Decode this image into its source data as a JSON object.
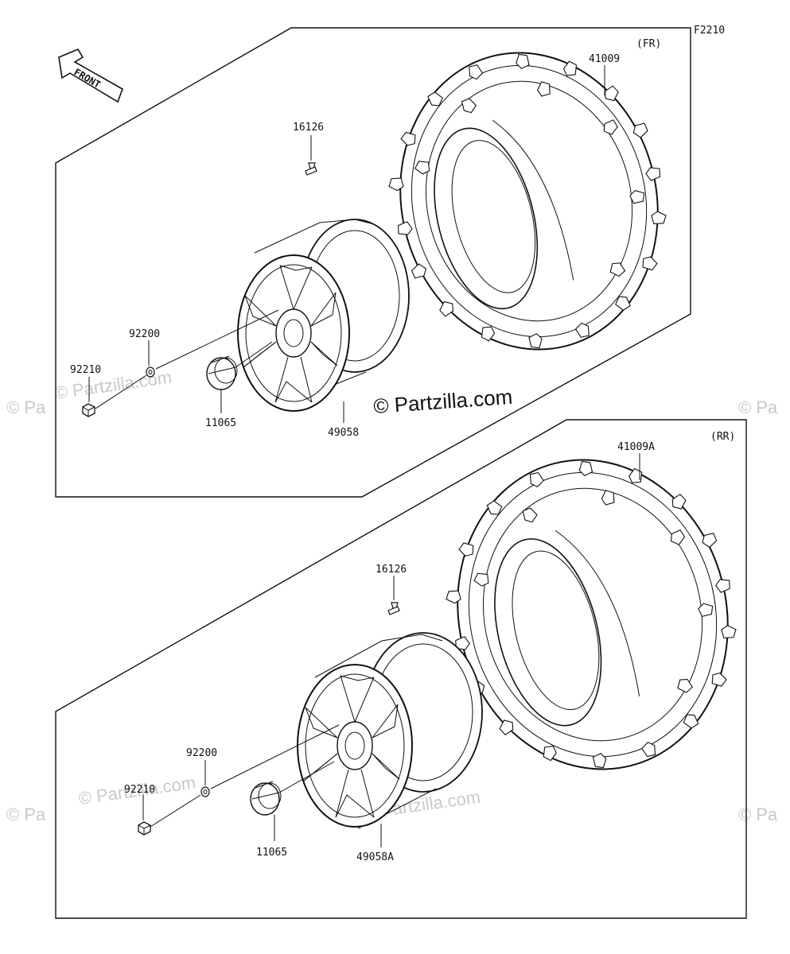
{
  "figure_id": "F2210",
  "front_label": "FRONT",
  "watermark": "© Partzilla.com",
  "watermark_fragment": "© Pa",
  "front_group": {
    "position": "(FR)",
    "parts": {
      "tire": "41009",
      "valve": "16126",
      "washer": "92200",
      "nut": "92210",
      "cap": "11065",
      "wheel": "49058"
    }
  },
  "rear_group": {
    "position": "(RR)",
    "parts": {
      "tire": "41009A",
      "valve": "16126",
      "washer": "92200",
      "nut": "92210",
      "cap": "11065",
      "wheel": "49058A"
    }
  }
}
